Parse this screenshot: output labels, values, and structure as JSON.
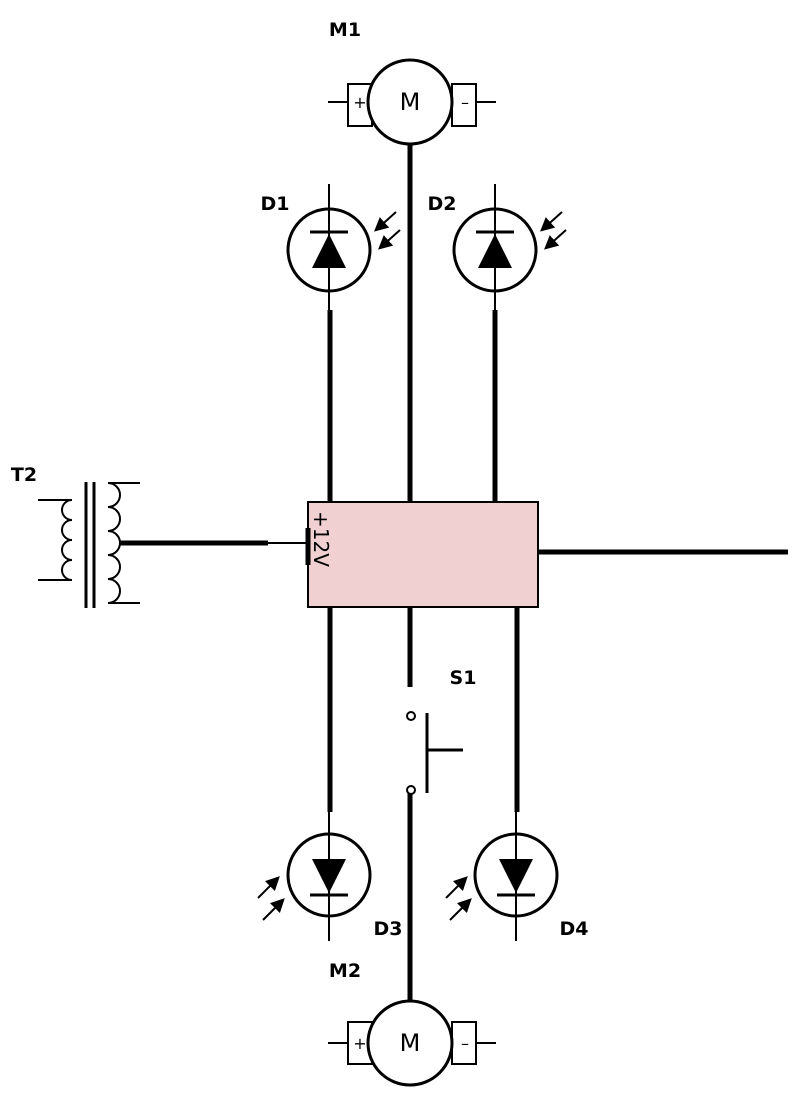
{
  "colors": {
    "wire": "#000000",
    "ic_fill": "#f0d0d0",
    "ic_border": "#000000",
    "background": "#ffffff"
  },
  "components": {
    "m1": {
      "label": "M1",
      "symbol": "M",
      "plus": "+",
      "minus": "–"
    },
    "m2": {
      "label": "M2",
      "symbol": "M",
      "plus": "+",
      "minus": "–"
    },
    "d1": {
      "label": "D1"
    },
    "d2": {
      "label": "D2"
    },
    "d3": {
      "label": "D3"
    },
    "d4": {
      "label": "D4"
    },
    "t2": {
      "label": "T2"
    },
    "s1": {
      "label": "S1"
    },
    "ic": {
      "pin_label": "+12V"
    }
  },
  "icons": [
    "motor-icon",
    "photodiode-icon",
    "transformer-icon",
    "pushbutton-switch-icon"
  ]
}
